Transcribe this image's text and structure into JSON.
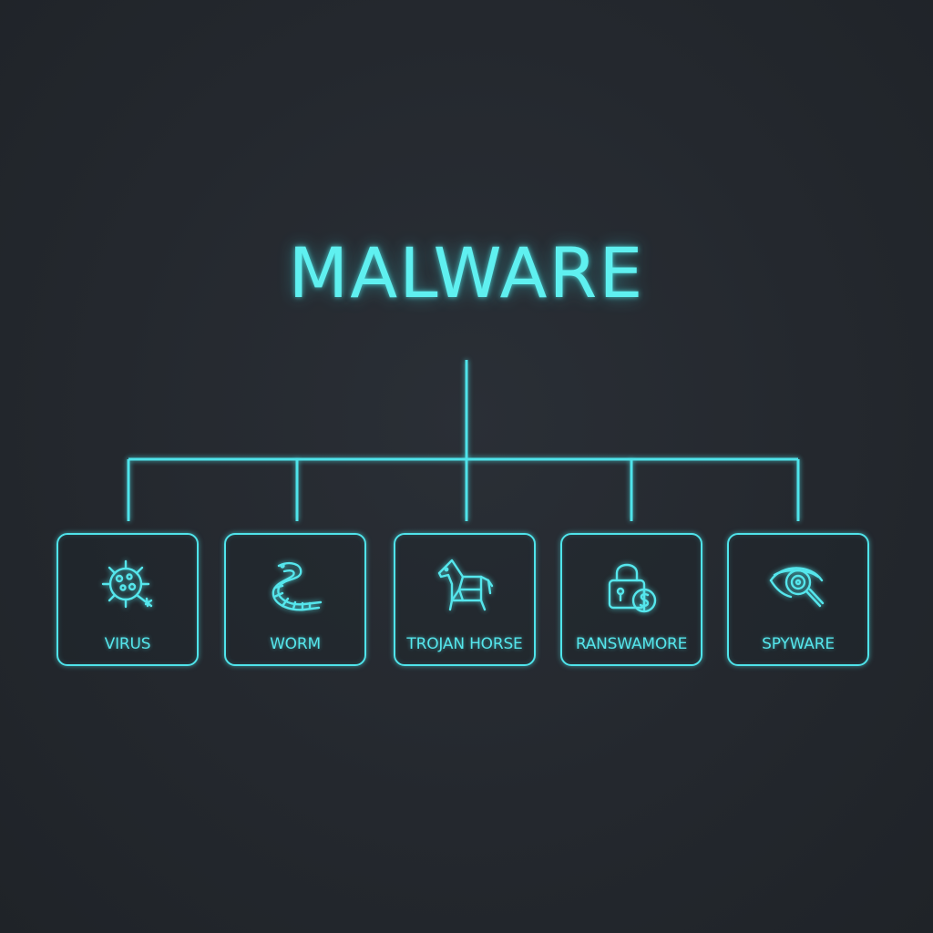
{
  "diagram": {
    "title": "MALWARE",
    "accent_color": "#4fe3ea",
    "background_color": "#24282e",
    "children": [
      {
        "label": "VIRUS",
        "icon": "virus-icon"
      },
      {
        "label": "WORM",
        "icon": "worm-icon"
      },
      {
        "label": "TROJAN HORSE",
        "icon": "trojan-horse-icon"
      },
      {
        "label": "RANSWAMORE",
        "icon": "padlock-dollar-icon"
      },
      {
        "label": "SPYWARE",
        "icon": "eye-magnifier-icon"
      }
    ]
  }
}
